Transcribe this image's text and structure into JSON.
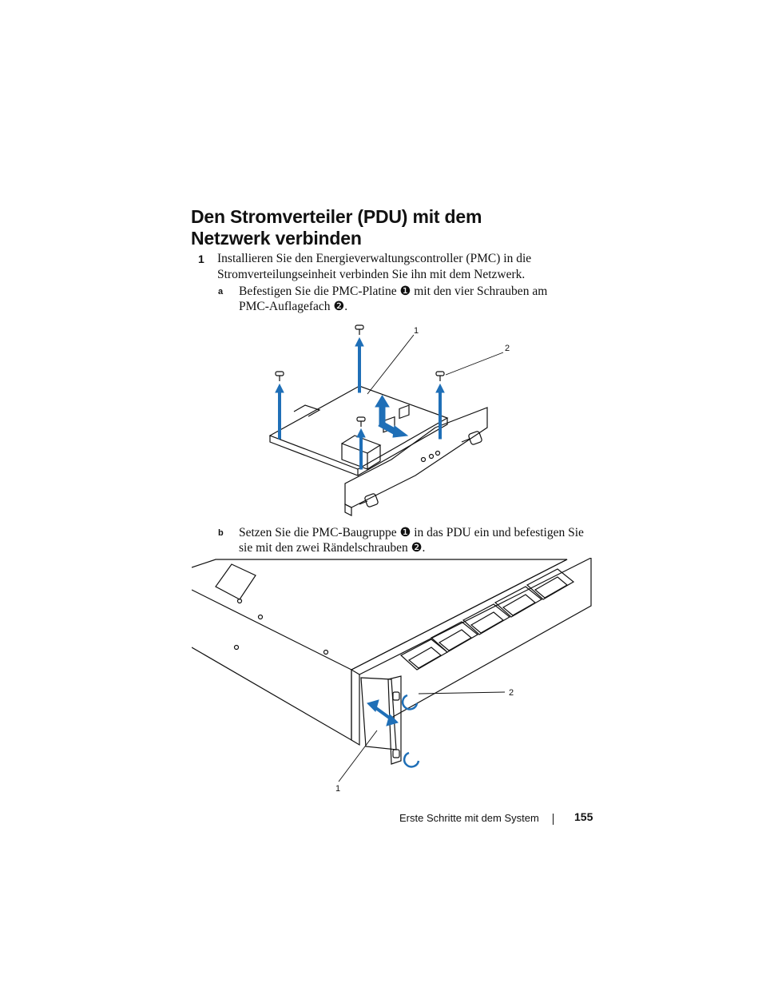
{
  "heading": {
    "line1": "Den Stromverteiler (PDU) mit dem",
    "line2": "Netzwerk verbinden"
  },
  "step1": {
    "number": "1",
    "line1": "Installieren Sie den Energieverwaltungscontroller (PMC) in die",
    "line2": "Stromverteilungseinheit verbinden Sie ihn mit dem Netzwerk."
  },
  "substep_a": {
    "label": "a",
    "line1": "Befestigen Sie die PMC-Platine ❶ mit den vier Schrauben am",
    "line2": "PMC-Auflagefach ❷."
  },
  "figure1": {
    "callout_1": "1",
    "callout_2": "2"
  },
  "substep_b": {
    "label": "b",
    "line1": "Setzen Sie die PMC-Baugruppe ❶ in das PDU ein und befestigen Sie",
    "line2": "sie mit den zwei Rändelschrauben ❷."
  },
  "figure2": {
    "callout_1": "1",
    "callout_2": "2"
  },
  "footer": {
    "section": "Erste Schritte mit dem System",
    "page": "155"
  },
  "colors": {
    "arrow_blue": "#1f6fb7",
    "line": "#111111"
  }
}
